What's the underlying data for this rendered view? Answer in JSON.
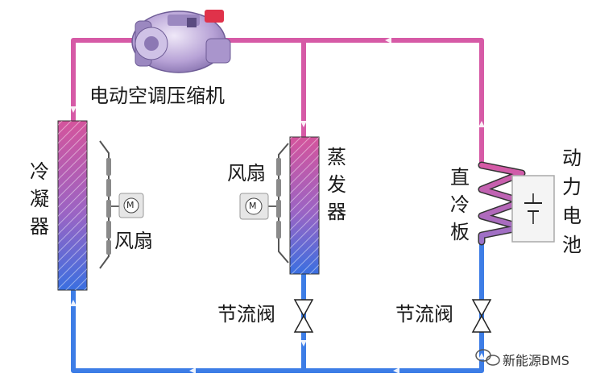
{
  "labels": {
    "compressor": "电动空调压缩机",
    "condenser": "冷凝器",
    "condenser_fan": "风扇",
    "evaporator_fan": "风扇",
    "evaporator": "蒸发器",
    "throttle_valve_1": "节流阀",
    "throttle_valve_2": "节流阀",
    "direct_cooling_plate": "直冷板",
    "power_battery": "动力电池",
    "fan_motor_symbol": "M"
  },
  "watermark": {
    "text": "新能源BMS",
    "icon": "wechat-icon"
  },
  "colors": {
    "hot_line": "#d65aa6",
    "cold_line": "#3d7de6",
    "hx_top": "#d4549c",
    "hx_bottom": "#3a6fe0",
    "compressor_body": "#b7a2d6",
    "compressor_connector": "#e0324a"
  }
}
